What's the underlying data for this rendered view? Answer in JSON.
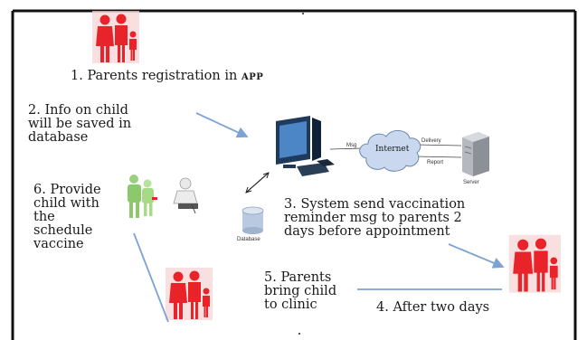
{
  "steps": {
    "step1_text": "1. Parents registration in ",
    "step1_app": "APP",
    "step2": "2. Info on child\nwill be saved in\ndatabase",
    "step3": "3. System send vaccination\nreminder msg to parents 2\ndays before appointment",
    "step4": "4. After two days",
    "step5": "5. Parents\nbring child\nto clinic",
    "step6": "6. Provide\nchild with\nthe\nschedule\nvaccine"
  },
  "network": {
    "internet": "Internet",
    "database": "Database",
    "server": "Server",
    "msg": "Msg",
    "delivery": "Delivery",
    "report": "Report"
  },
  "icons": {
    "family": "family-icon",
    "computer": "computer-icon",
    "cloud": "internet-cloud-icon",
    "server": "server-icon",
    "database": "database-icon",
    "doctor": "doctor-icon",
    "patient": "patient-icon"
  },
  "colors": {
    "family": "#e8232a",
    "family_bg": "#f7d6d6",
    "arrow": "#7da3d4",
    "cloud": "#c9d8ee",
    "computer": "#1e3a5c",
    "border": "#111111"
  }
}
